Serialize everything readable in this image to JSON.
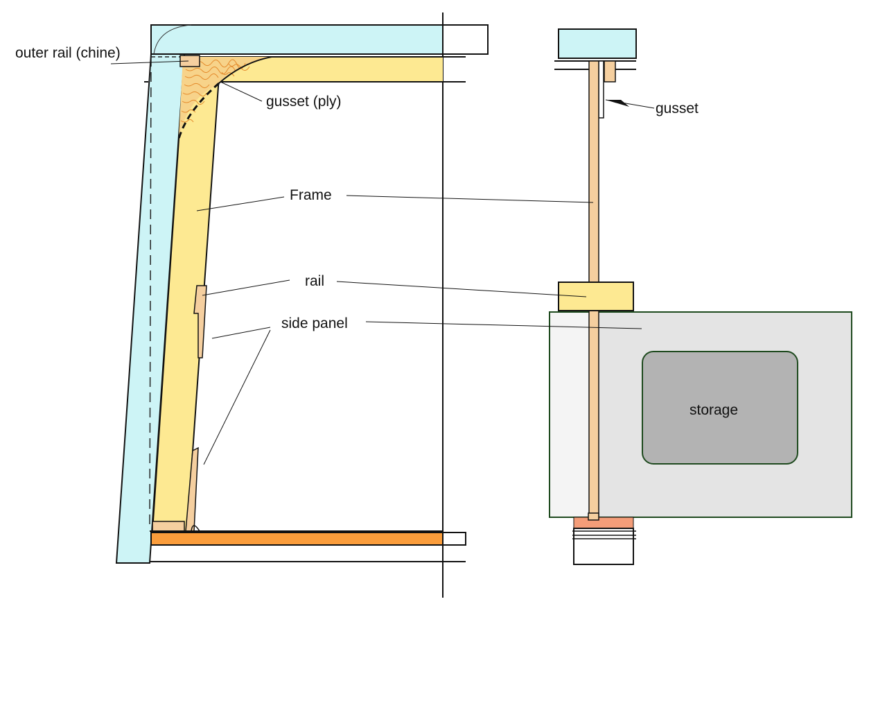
{
  "labels": {
    "outer_rail": "outer rail (chine)",
    "gusset_ply": "gusset (ply)",
    "frame": "Frame",
    "rail": "rail",
    "side_panel": "side panel",
    "gusset": "gusset",
    "storage": "storage"
  },
  "colors": {
    "chine_blue": "#cdf4f6",
    "frame_yellow": "#fde992",
    "gusset_tan": "#f5cf9f",
    "ply_orange": "#f0a030",
    "floor_orange": "#fb9d3b",
    "panel_grey": "#e4e4e4",
    "storage_grey": "#b3b3b3",
    "storage_border": "#1e4a1e",
    "line": "#111111"
  }
}
